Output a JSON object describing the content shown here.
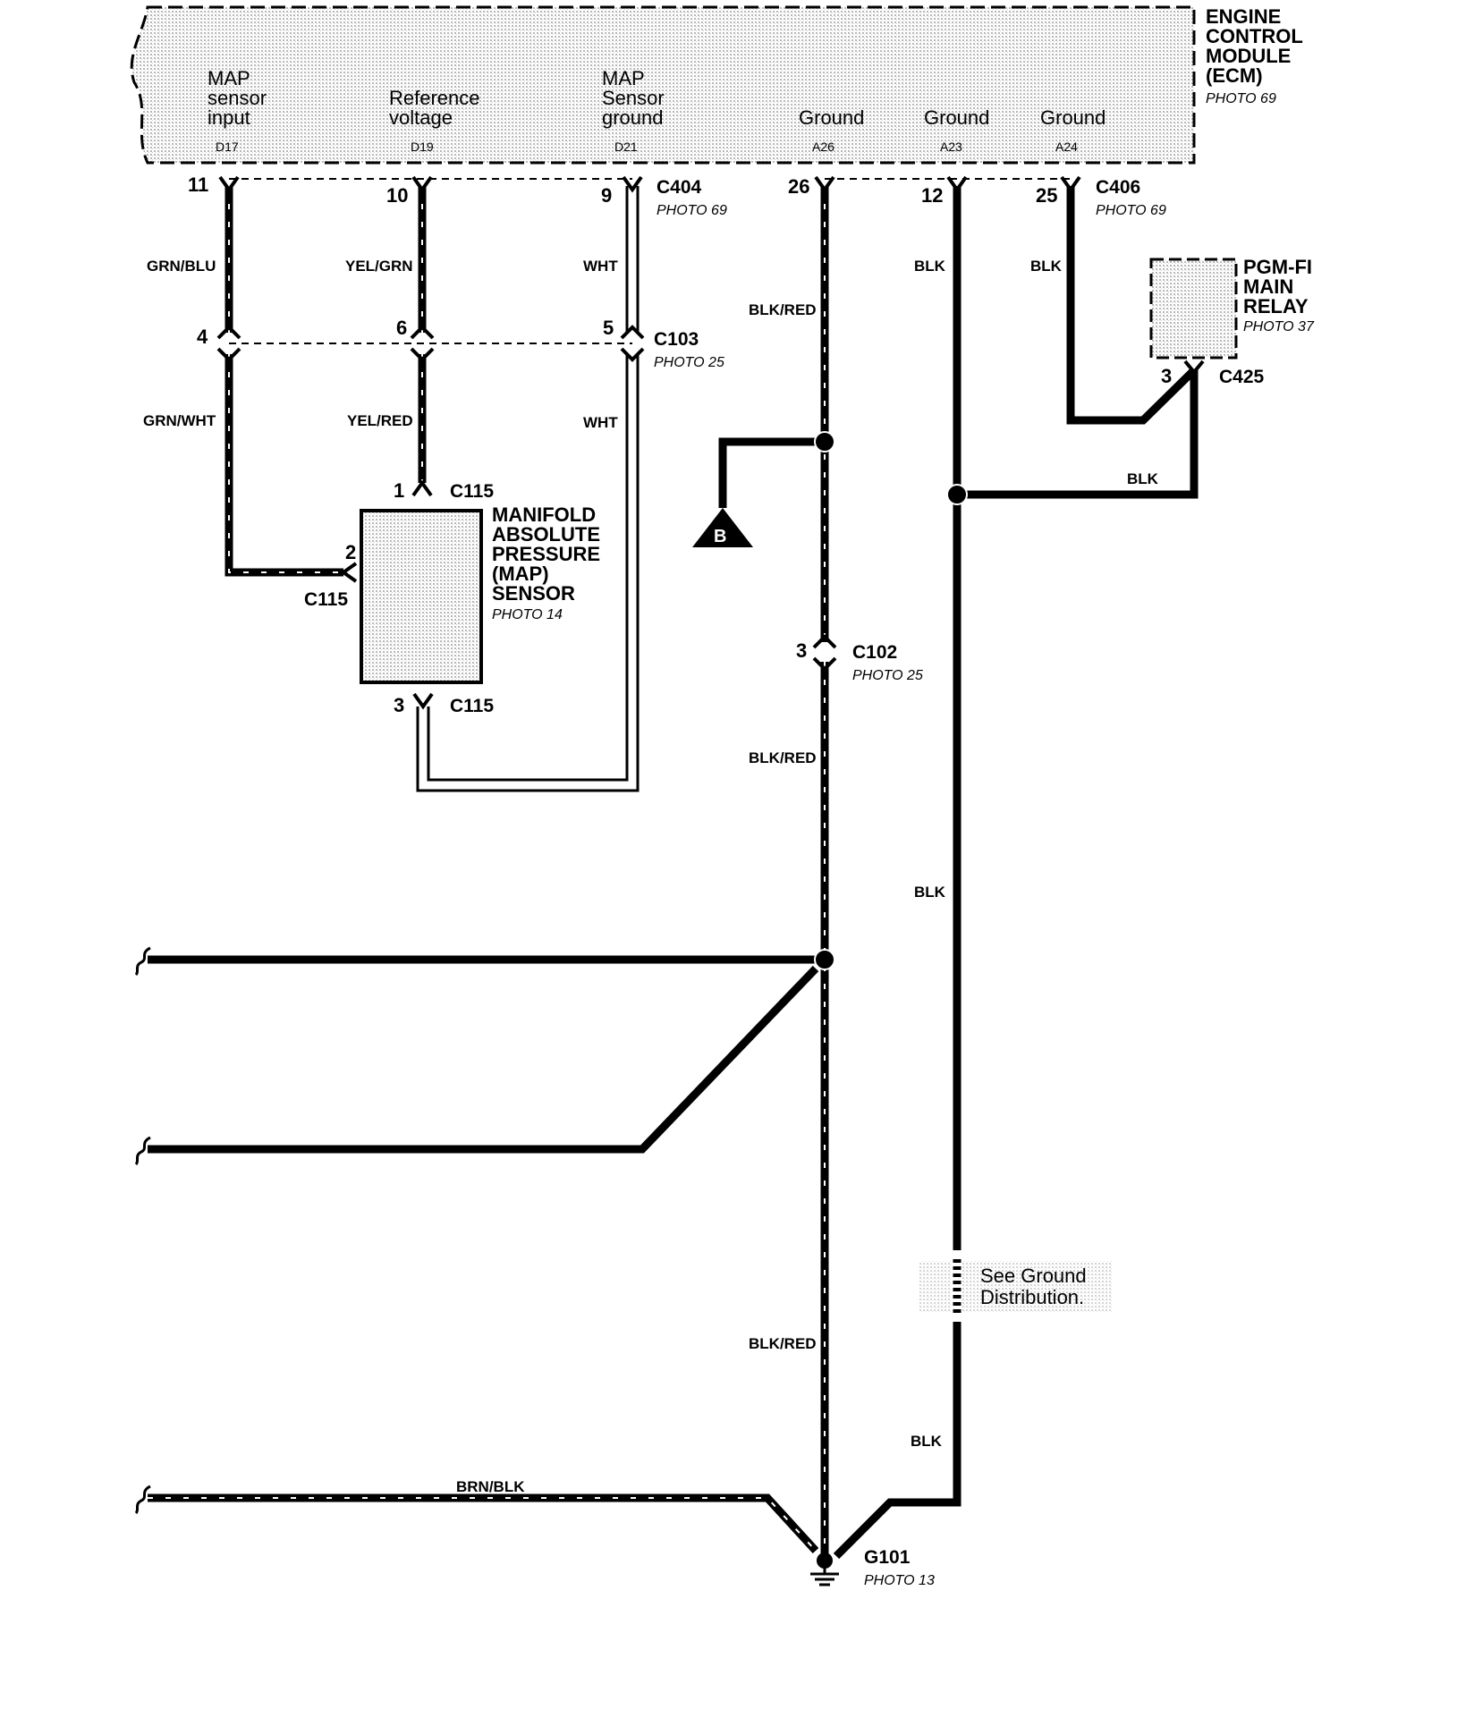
{
  "ecm": {
    "title_lines": [
      "ENGINE",
      "CONTROL",
      "MODULE",
      "(ECM)"
    ],
    "photo": "PHOTO 69",
    "terminals": [
      {
        "lines": [
          "MAP",
          "sensor",
          "input"
        ],
        "id": "D17"
      },
      {
        "lines": [
          "Reference",
          "voltage"
        ],
        "id": "D19"
      },
      {
        "lines": [
          "MAP",
          "Sensor",
          "ground"
        ],
        "id": "D21"
      },
      {
        "lines": [
          "Ground"
        ],
        "id": "A26"
      },
      {
        "lines": [
          "Ground"
        ],
        "id": "A23"
      },
      {
        "lines": [
          "Ground"
        ],
        "id": "A24"
      }
    ]
  },
  "pins": {
    "p11": "11",
    "p10": "10",
    "p9": "9",
    "p26": "26",
    "p12": "12",
    "p25": "25",
    "p4": "4",
    "p6": "6",
    "p5": "5",
    "s1": "1",
    "s2": "2",
    "s3": "3",
    "c102_pin": "3",
    "c425_pin": "3"
  },
  "connectors": {
    "c404": "C404",
    "c404_photo": "PHOTO 69",
    "c406": "C406",
    "c406_photo": "PHOTO 69",
    "c103": "C103",
    "c103_photo": "PHOTO 25",
    "c115": "C115",
    "c102": "C102",
    "c102_photo": "PHOTO 25",
    "c425": "C425",
    "g101": "G101",
    "g101_photo": "PHOTO 13"
  },
  "wire_colors": {
    "grn_blu": "GRN/BLU",
    "grn_wht": "GRN/WHT",
    "yel_grn": "YEL/GRN",
    "yel_red": "YEL/RED",
    "wht": "WHT",
    "blk_red": "BLK/RED",
    "blk": "BLK",
    "brn_blk": "BRN/BLK"
  },
  "map_sensor": {
    "title_lines": [
      "MANIFOLD",
      "ABSOLUTE",
      "PRESSURE",
      "(MAP)",
      "SENSOR"
    ],
    "photo": "PHOTO 14"
  },
  "relay": {
    "title_lines": [
      "PGM-FI",
      "MAIN",
      "RELAY"
    ],
    "photo": "PHOTO 37"
  },
  "ref_b": "B",
  "note_lines": [
    "See Ground",
    "Distribution."
  ]
}
